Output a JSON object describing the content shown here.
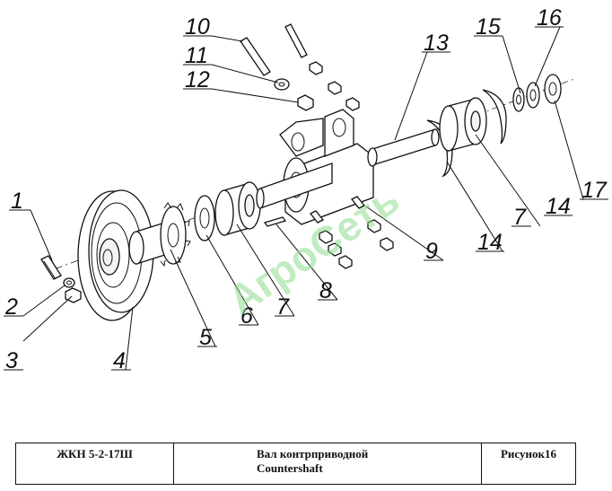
{
  "callouts": [
    "1",
    "2",
    "3",
    "4",
    "5",
    "6",
    "7",
    "8",
    "9",
    "10",
    "11",
    "12",
    "13",
    "14",
    "14",
    "7",
    "15",
    "16",
    "17"
  ],
  "watermark": "АгроСеть",
  "title_block": {
    "code": "ЖКН 5-2-17Ш",
    "name_ru": "Вал контрприводной",
    "name_en": "Countershaft",
    "figure": "Рисунок16"
  },
  "colors": {
    "line": "#111111",
    "watermark": "#8fdc8f",
    "background": "#ffffff"
  }
}
